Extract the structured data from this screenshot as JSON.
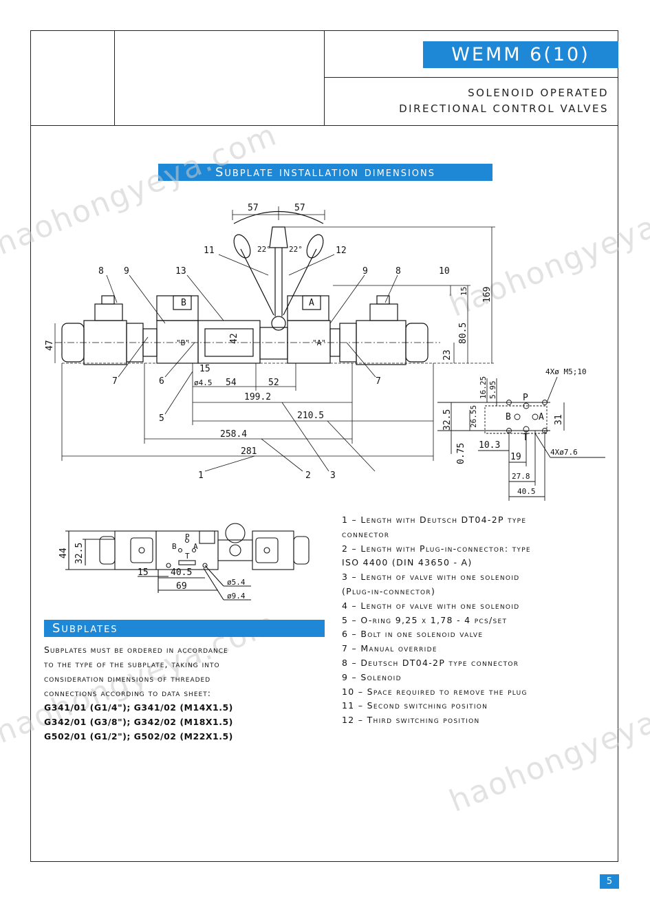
{
  "header": {
    "model": "WEMM 6(10)",
    "subtitle_line1": "SOLENOID OPERATED",
    "subtitle_line2": "DIRECTIONAL CONTROL VALVES"
  },
  "section_install": {
    "title": "Subplate installation dimensions"
  },
  "drawing": {
    "top_dims": [
      "57",
      "57"
    ],
    "callouts": [
      "8",
      "9",
      "13",
      "11",
      "12",
      "9",
      "8",
      "10",
      "7",
      "6",
      "5",
      "7",
      "1",
      "2",
      "3"
    ],
    "angle_left": "22°",
    "angle_right": "22°",
    "port_b": "B",
    "port_a": "A",
    "mark_b": "\"B\"",
    "mark_a": "\"A\"",
    "h47": "47",
    "h42": "42",
    "h169": "169",
    "h80_5": "80.5",
    "h23": "23",
    "h15": "15",
    "d15": "15",
    "d4_5": "ø4.5",
    "d54": "54",
    "d52": "52",
    "l199_2": "199.2",
    "l210_5": "210.5",
    "l258_4": "258.4",
    "l281": "281"
  },
  "subplate_detail": {
    "bolt": "4Xø M5;10",
    "oring": "4Xø7.6",
    "v16_25": "16.25",
    "v5_95": "5.95",
    "v32_5": "32.5",
    "v26_55": "26.55",
    "v0_75": "0.75",
    "h10_3": "10.3",
    "h19": "19",
    "h27_8": "27.8",
    "h40_5": "40.5",
    "v31": "31",
    "p": "P",
    "b": "B",
    "a": "A",
    "t": "T"
  },
  "plan_view": {
    "h44": "44",
    "h32_5": "32.5",
    "w15": "15",
    "w40_5": "40.5",
    "w69": "69",
    "d5_4": "ø5.4",
    "d9_4": "ø9.4",
    "b": "B",
    "a": "A",
    "p": "P",
    "t": "T"
  },
  "section_subplates": {
    "title": "Subplates",
    "text_lines": [
      "Subplates must be ordered in accordance",
      "to the type of the subplate, taking into",
      "consideration dimensions of threaded",
      "connections according to data sheet:"
    ],
    "codes": [
      "G341/01 (G1/4\"); G341/02 (M14X1.5)",
      "G342/01 (G3/8\"); G342/02 (M18X1.5)",
      "G502/01 (G1/2\"); G502/02 (M22X1.5)"
    ]
  },
  "legend": [
    "1 – Length with Deutsch DT04-2P type",
    "connector",
    "2 – Length with Plug-in-connector: type",
    "ISO 4400 (DIN 43650 - A)",
    "3 – Length of valve with one solenoid",
    "(Plug-in-connector)",
    "4 – Length of valve with one solenoid",
    "5 – O-ring 9,25 x 1,78 - 4 pcs/set",
    "6 – Bolt in one solenoid valve",
    "7 – Manual override",
    "8 – Deutsch DT04-2P type connector",
    "9 – Solenoid",
    "10 – Space required to remove the plug",
    "11 – Second switching position",
    "12 – Third switching position"
  ],
  "watermarks": [
    "haohongyeya.com",
    "haohongyeya.com",
    "haohongyeya.com",
    "haohongyeya.com"
  ],
  "page_number": "5"
}
